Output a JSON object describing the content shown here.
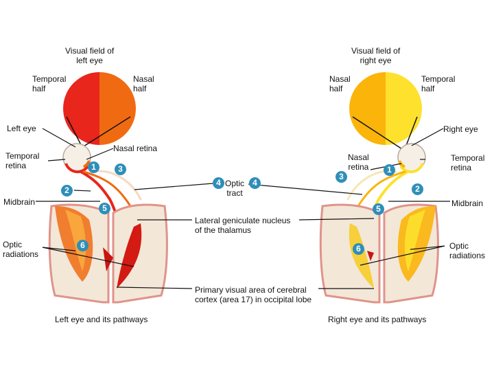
{
  "labels": {
    "left_field_title": "Visual field of\nleft eye",
    "right_field_title": "Visual field of\nright eye",
    "left_temporal_half": "Temporal\nhalf",
    "left_nasal_half": "Nasal\nhalf",
    "right_nasal_half": "Nasal\nhalf",
    "right_temporal_half": "Temporal\nhalf",
    "left_eye": "Left eye",
    "right_eye": "Right eye",
    "left_temporal_retina": "Temporal\nretina",
    "left_nasal_retina": "Nasal retina",
    "right_nasal_retina": "Nasal\nretina",
    "right_temporal_retina": "Temporal\nretina",
    "optic_tract": "Optic\ntract",
    "left_midbrain": "Midbrain",
    "right_midbrain": "Midbrain",
    "lgn": "Lateral geniculate nucleus\nof the thalamus",
    "left_optic_radiations": "Optic\nradiations",
    "right_optic_radiations": "Optic\nradiations",
    "visual_cortex": "Primary visual area of cerebral\ncortex (area 17) in occipital lobe",
    "left_caption": "Left eye and its pathways",
    "right_caption": "Right eye and its pathways"
  },
  "badges": {
    "l1": "1",
    "l2": "2",
    "l3": "3",
    "l5": "5",
    "l6": "6",
    "c4a": "4",
    "c4b": "4",
    "r1": "1",
    "r2": "2",
    "r3": "3",
    "r5": "5",
    "r6": "6"
  },
  "colors": {
    "left_temporal_field": "#e8261b",
    "left_nasal_field": "#f06a12",
    "right_nasal_field": "#fbb40a",
    "right_temporal_field": "#fde12d",
    "badge": "#2e8fb8",
    "brain_tissue": "#f3e7d8",
    "brain_cortex": "#e0938a"
  }
}
